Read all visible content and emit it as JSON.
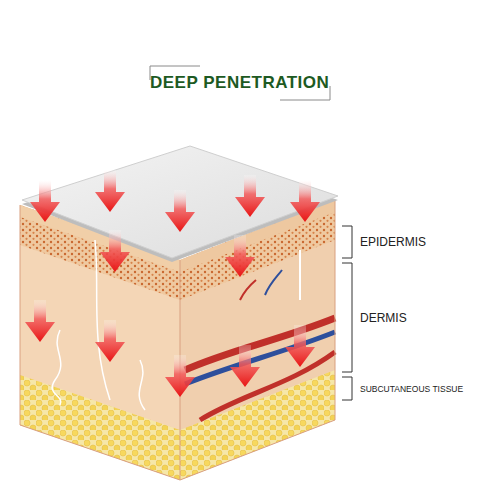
{
  "diagram": {
    "title": "DEEP PENETRATION",
    "labels": [
      "EPIDERMIS",
      "DERMIS",
      "SUBCUTANEOUS TISSUE"
    ]
  }
}
